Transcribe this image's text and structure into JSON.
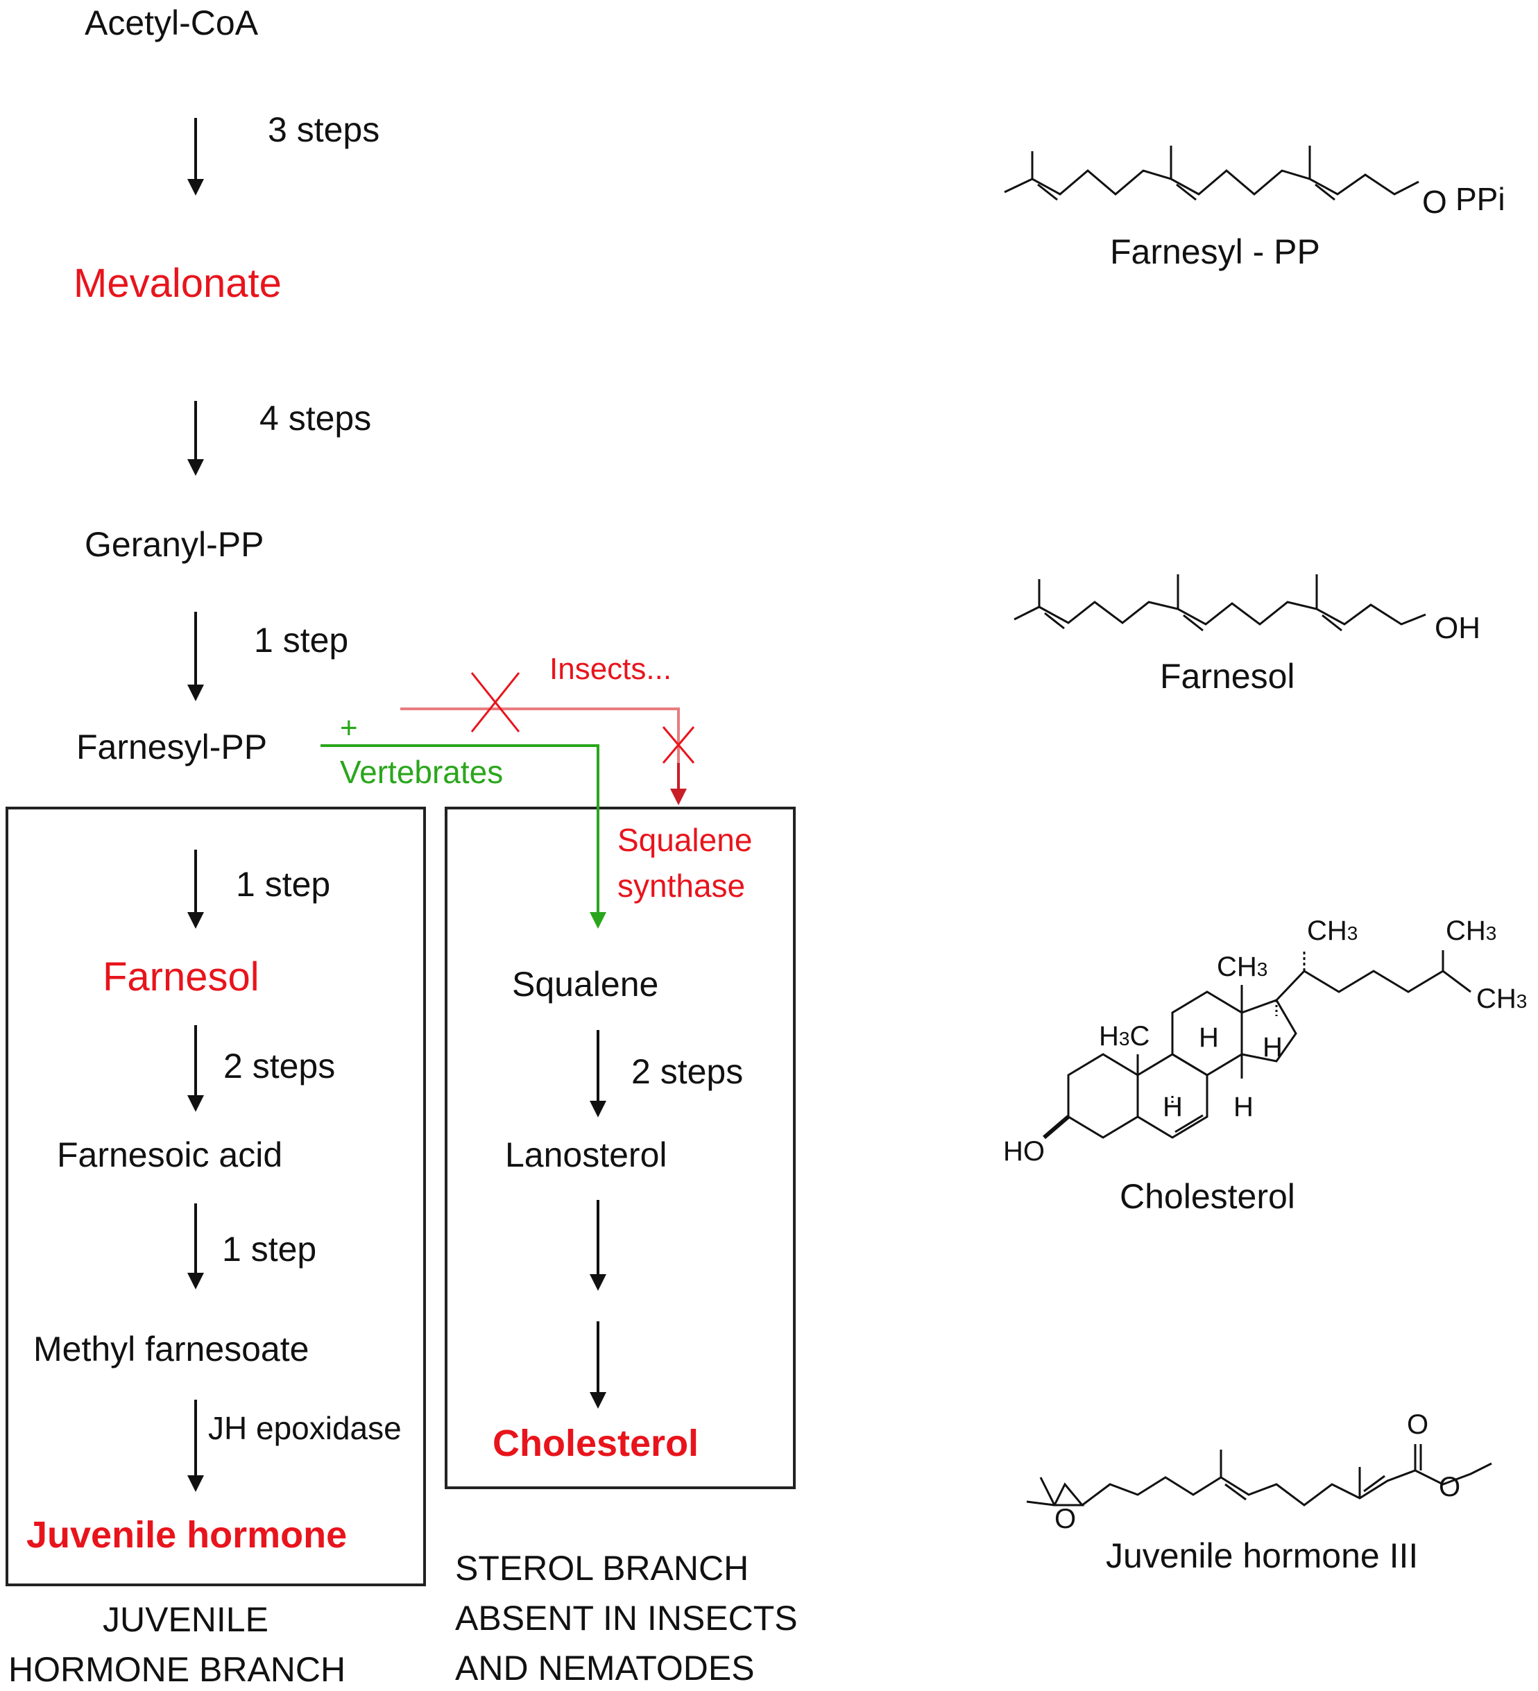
{
  "main_pathway": {
    "acetyl_coa": "Acetyl-CoA",
    "step_1": "3 steps",
    "mevalonate": "Mevalonate",
    "step_2": "4 steps",
    "geranyl_pp": "Geranyl-PP",
    "step_3": "1 step",
    "farnesyl_pp": "Farnesyl-PP"
  },
  "branch_labels": {
    "insects": "Insects...",
    "vertebrates_plus": "+",
    "vertebrates": "Vertebrates",
    "squalene_synthase_1": "Squalene",
    "squalene_synthase_2": "synthase"
  },
  "jh_branch": {
    "step_1": "1 step",
    "farnesol": "Farnesol",
    "step_2": "2 steps",
    "farnesoic_acid": "Farnesoic acid",
    "step_3": "1 step",
    "methyl_farnesoate": "Methyl farnesoate",
    "enzyme": "JH epoxidase",
    "juvenile_hormone": "Juvenile hormone",
    "caption_1": "JUVENILE",
    "caption_2": "HORMONE BRANCH"
  },
  "sterol_branch": {
    "squalene": "Squalene",
    "step_1": "2 steps",
    "lanosterol": "Lanosterol",
    "cholesterol": "Cholesterol",
    "caption_1": "STEROL BRANCH",
    "caption_2": "ABSENT IN INSECTS",
    "caption_3": "AND NEMATODES"
  },
  "structures": {
    "farnesyl_pp": {
      "label": "Farnesyl - PP",
      "group_o": "O",
      "group_ppi": "PPi"
    },
    "farnesol": {
      "label": "Farnesol",
      "group_oh": "OH"
    },
    "cholesterol": {
      "label": "Cholesterol",
      "ch3_top": "CH",
      "ch3_top_sub": "3",
      "ch3_right1": "CH",
      "ch3_right1_sub": "3",
      "ch3_right2": "CH",
      "ch3_right2_sub": "3",
      "ch3_mid": "CH",
      "ch3_mid_sub": "3",
      "h3c": "H",
      "h3c_sub": "3",
      "h3c_c": "C",
      "h": "H",
      "ho": "HO"
    },
    "juvenile_hormone_iii": {
      "label": "Juvenile hormone III",
      "o_carbonyl": "O",
      "o_ester": "O",
      "o_epoxide": "O"
    }
  },
  "colors": {
    "text": "#111111",
    "highlight": "#e8141c",
    "vertebrates": "#2aa61c",
    "insects_line": "#e87c80"
  }
}
